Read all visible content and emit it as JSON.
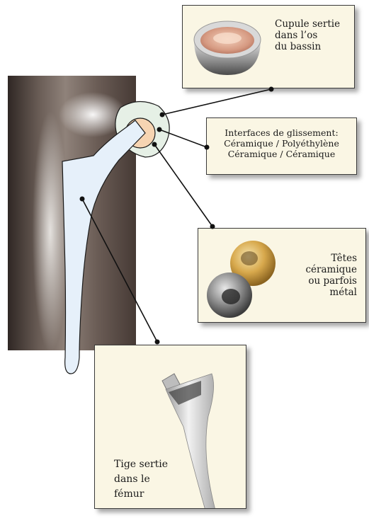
{
  "labels": {
    "cupule": "Cupule sertie\ndans l’os\ndu bassin",
    "interfaces": "Interfaces de glissement:\nCéramique / Polyéthylène\nCéramique / Céramique",
    "tetes": "Têtes\ncéramique\nou parfois\nmétal",
    "tige": "Tige sertie\ndans le\nfémur"
  }
}
